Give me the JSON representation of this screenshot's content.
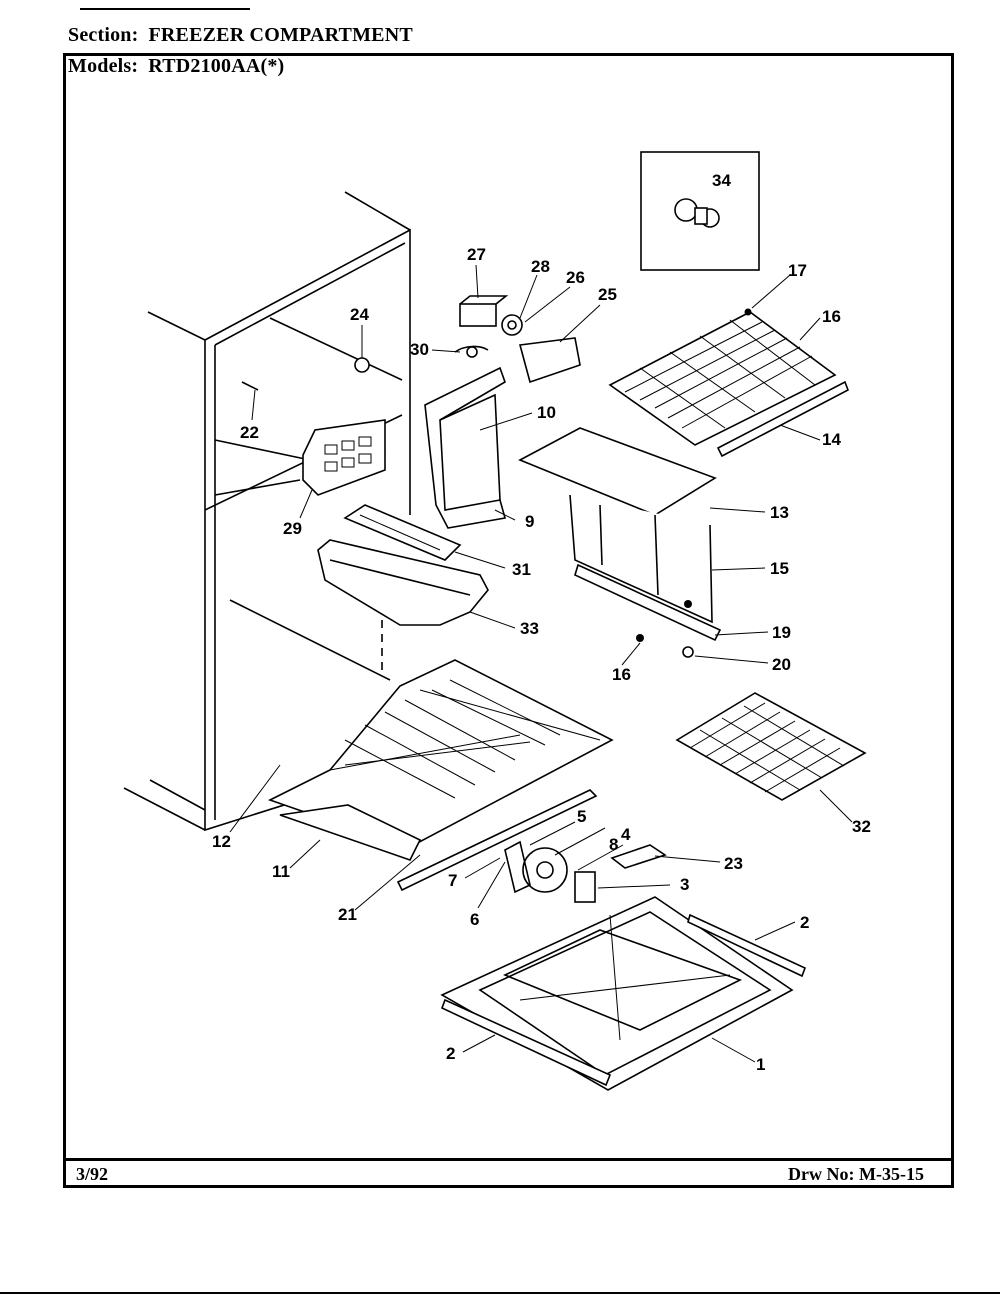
{
  "header": {
    "section_key": "Section:",
    "section_value": "FREEZER COMPARTMENT",
    "models_key": "Models:",
    "models_value": "RTD2100AA(*)"
  },
  "footer": {
    "date": "3/92",
    "drawing_number": "Drw No: M-35-15"
  },
  "callouts": {
    "c1": "1",
    "c2a": "2",
    "c2b": "2",
    "c3": "3",
    "c4": "4",
    "c5": "5",
    "c6": "6",
    "c7": "7",
    "c8": "8",
    "c9": "9",
    "c10": "10",
    "c11": "11",
    "c12": "12",
    "c13": "13",
    "c14": "14",
    "c15": "15",
    "c16a": "16",
    "c16b": "16",
    "c17": "17",
    "c19": "19",
    "c20": "20",
    "c21": "21",
    "c22": "22",
    "c23": "23",
    "c24": "24",
    "c25": "25",
    "c26": "26",
    "c27": "27",
    "c28": "28",
    "c29": "29",
    "c30": "30",
    "c31": "31",
    "c32": "32",
    "c33": "33",
    "c34": "34"
  }
}
